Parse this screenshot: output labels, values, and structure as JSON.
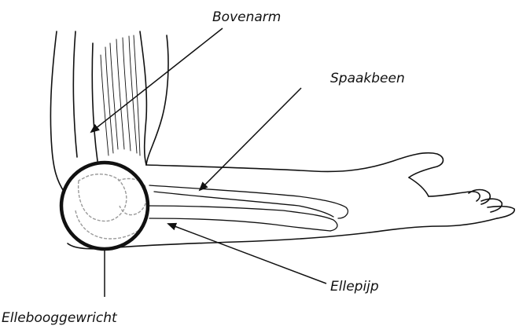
{
  "labels": {
    "bovenarm": "Bovenarm",
    "spaakbeen": "Spaakbeen",
    "ellepijp": "Ellepijp",
    "elleboog": "Elleboog­gewricht"
  },
  "colors": {
    "ink": "#111111",
    "bone_outline": "#9a9a9a",
    "background": "#ffffff"
  },
  "icons": {
    "arrow": "arrowhead",
    "highlight": "circle-magnifier"
  }
}
